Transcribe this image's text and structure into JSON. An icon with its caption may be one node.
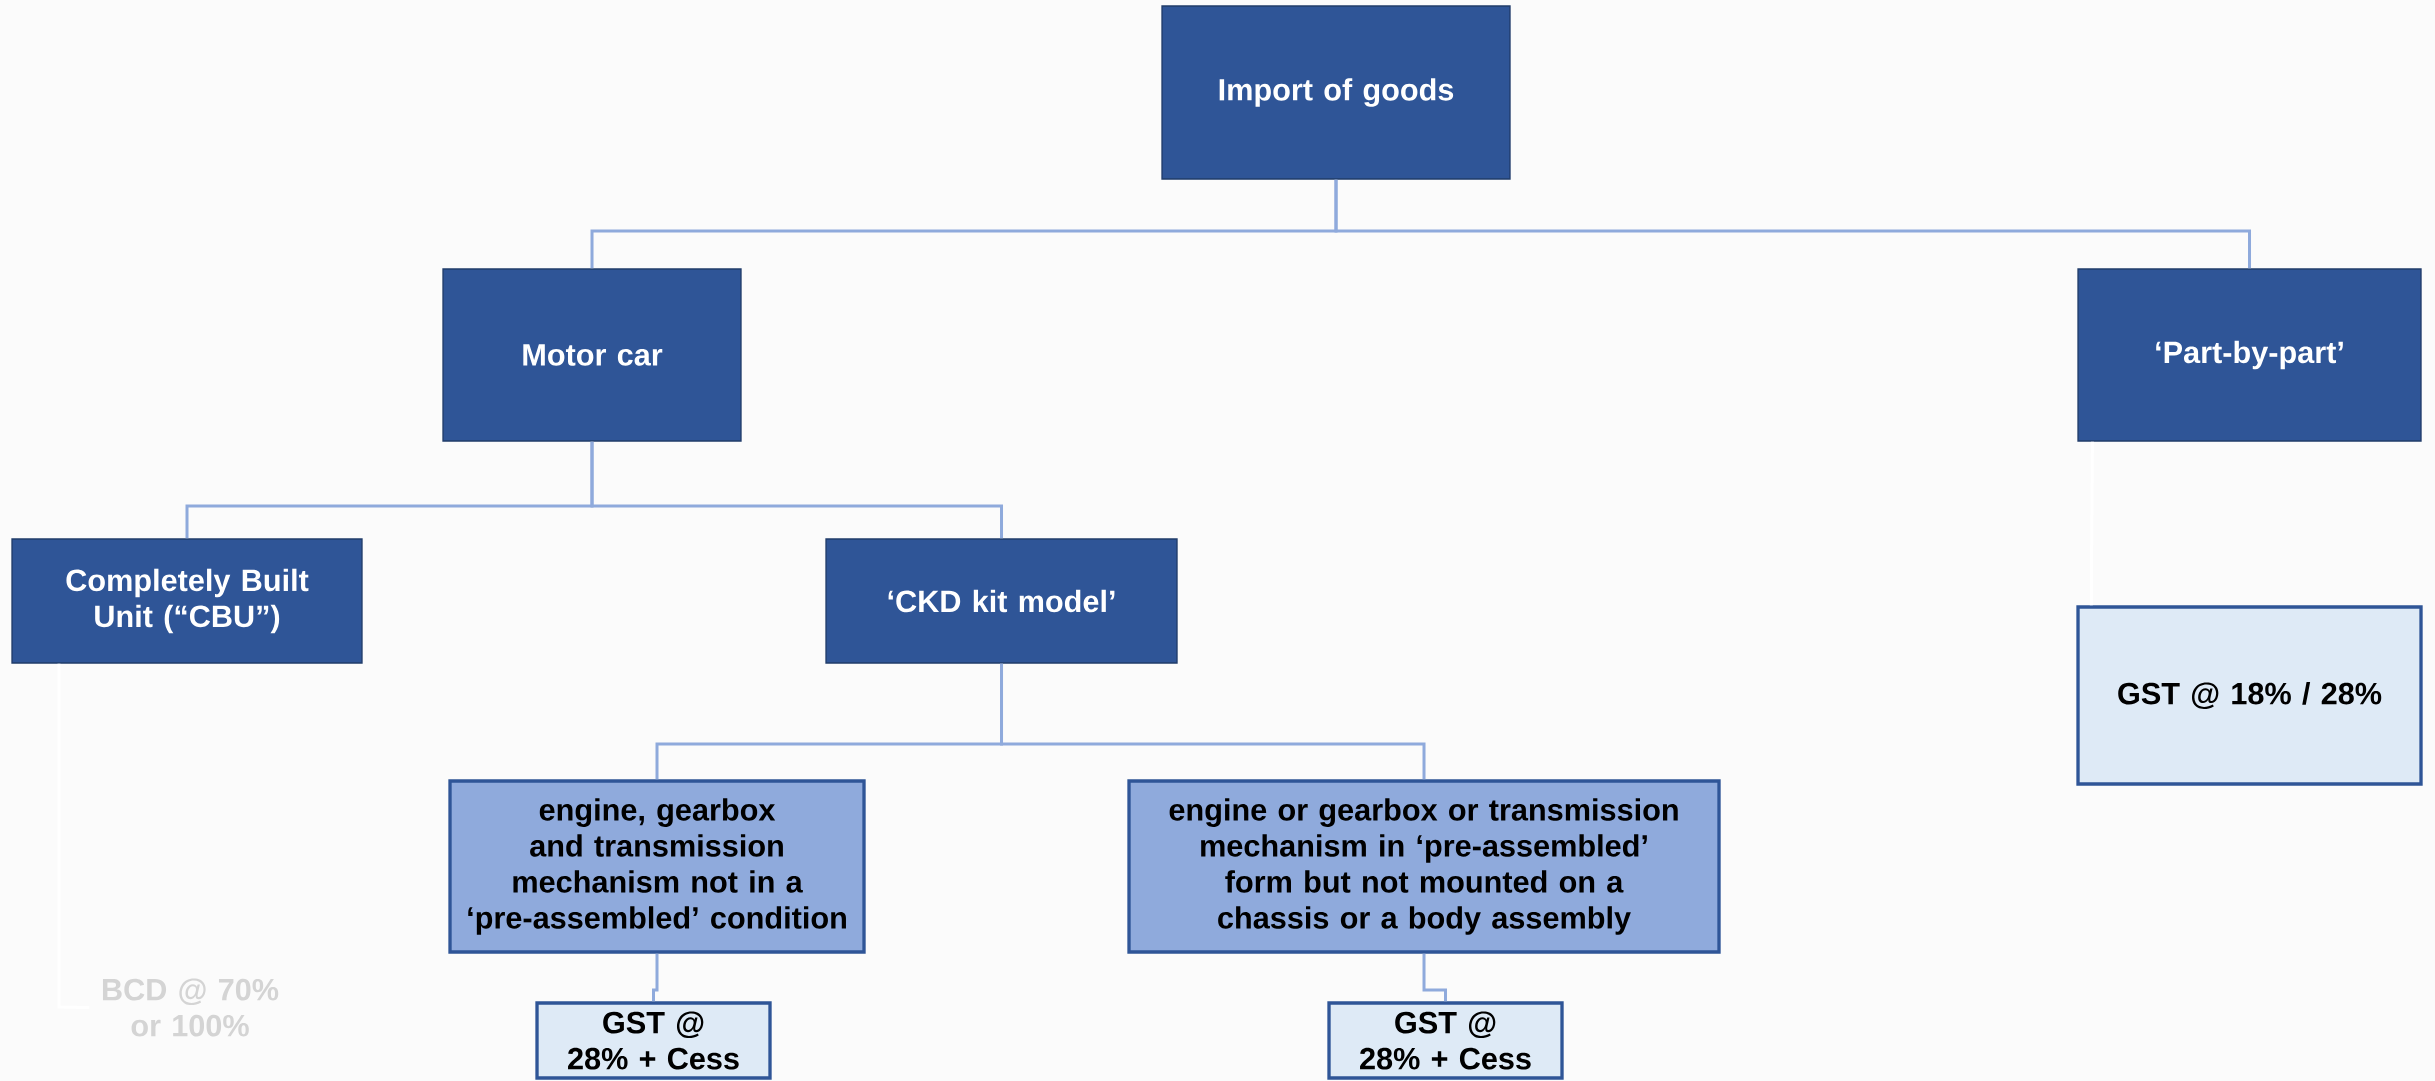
{
  "diagram": {
    "nodes": [
      {
        "text": [
          "Import of goods"
        ]
      },
      {
        "text": [
          "Motor car"
        ]
      },
      {
        "text": [
          "‘Part-by-part’"
        ]
      },
      {
        "text": [
          "Completely Built Unit (“CBU”)"
        ]
      },
      {
        "text": [
          "‘CKD kit model’"
        ]
      },
      {
        "text": [
          "GST @ 18% / 28%"
        ]
      },
      {
        "text": [
          "engine, gearbox and transmission mechanism not in a ‘pre-assembled’ condition"
        ]
      },
      {
        "text": [
          "engine or gearbox or transmission mechanism in ‘pre-assembled’ form but not mounted on a chassis or a body assembly"
        ]
      },
      {
        "text": [
          "BCD @ 70% or 100%"
        ]
      },
      {
        "text": [
          "GST @ 28% + Cess"
        ]
      },
      {
        "text": [
          "GST @ 28% + Cess"
        ]
      }
    ],
    "edges": [
      {
        "from": 0,
        "to": 1,
        "arrow": "none"
      },
      {
        "from": 0,
        "to": 2,
        "arrow": "none"
      },
      {
        "from": 1,
        "to": 3,
        "arrow": "none"
      },
      {
        "from": 1,
        "to": 4,
        "arrow": "none"
      },
      {
        "from": 2,
        "to": 5,
        "arrow": "none",
        "color": "#ffffff"
      },
      {
        "from": 4,
        "to": 6,
        "arrow": "none"
      },
      {
        "from": 4,
        "to": 7,
        "arrow": "none"
      },
      {
        "from": 3,
        "to": 8,
        "arrow": "none",
        "color": "#ffffff"
      },
      {
        "from": 6,
        "to": 9,
        "arrow": "none"
      },
      {
        "from": 7,
        "to": 10,
        "arrow": "none"
      }
    ]
  }
}
